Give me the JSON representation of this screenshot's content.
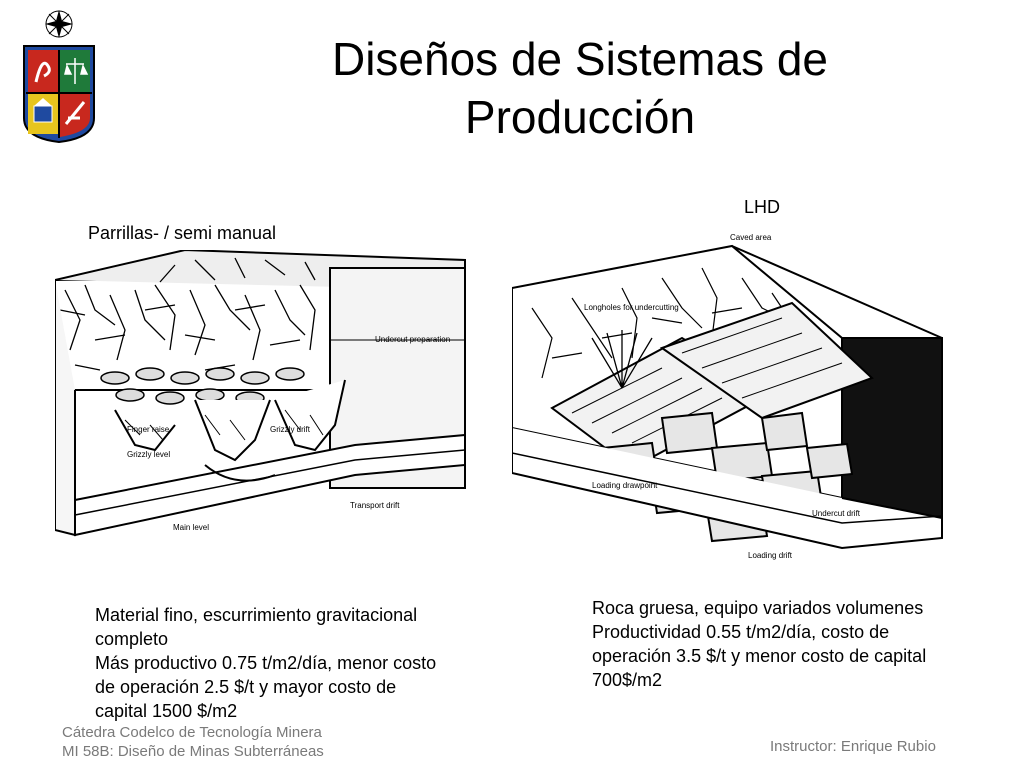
{
  "slide": {
    "title_line1": "Diseños de Sistemas de",
    "title_line2": "Producción"
  },
  "left_panel": {
    "label": "Parrillas- / semi manual",
    "figure_labels": {
      "undercut": "Undercut preparation",
      "finger_raise": "Finger raise",
      "grizzly_level": "Grizzly level",
      "grizzly_drift": "Grizzly drift",
      "main_level": "Main level",
      "transport_drift": "Transport drift"
    },
    "description": {
      "line1": "Material fino, escurrimiento gravitacional",
      "line2": "completo",
      "line3": "Más productivo 0.75 t/m2/día, menor costo",
      "line4": "de operación 2.5 $/t  y mayor costo de",
      "line5": "capital 1500 $/m2"
    }
  },
  "right_panel": {
    "label": "LHD",
    "figure_labels": {
      "caved_area": "Caved area",
      "longholes": "Longholes for undercutting",
      "loading_drawpoint": "Loading drawpoint",
      "undercut_drift": "Undercut drift",
      "loading_drift": "Loading drift"
    },
    "description": {
      "line1": "Roca gruesa, equipo variados volumenes",
      "line2": "Productividad  0.55 t/m2/día, costo de",
      "line3": "operación 3.5 $/t  y menor costo de capital",
      "line4": "700$/m2"
    }
  },
  "footer": {
    "left_line1": "Cátedra Codelco de Tecnología Minera",
    "left_line2": "MI 58B: Diseño de Minas Subterráneas",
    "right": "Instructor: Enrique Rubio"
  },
  "colors": {
    "shield_green": "#1f7a3a",
    "shield_red": "#c8281e",
    "shield_blue": "#1f4aa0",
    "shield_yellow": "#e7c51e",
    "footer_text": "#7a7a7a"
  }
}
